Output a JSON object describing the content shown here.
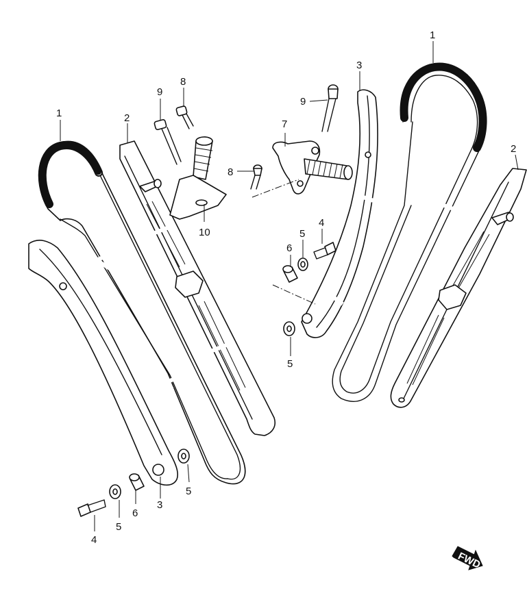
{
  "callouts": {
    "left_chain": "1",
    "left_guide": "2",
    "left_tensioner_guide": "3",
    "left_bolt": "4",
    "left_washer_a": "5",
    "left_washer_b": "5",
    "left_spacer": "6",
    "top_bolt_8": "8",
    "top_bolt_9": "9",
    "adjuster_10": "10",
    "right_chain": "1",
    "right_guide": "2",
    "right_tensioner_guide": "3",
    "right_bolt": "4",
    "right_washer_a": "5",
    "right_washer_b": "5",
    "right_spacer": "6",
    "adjuster_7": "7",
    "mid_bolt_8": "8",
    "mid_bolt_9": "9"
  },
  "fwd_mark": "FWD"
}
